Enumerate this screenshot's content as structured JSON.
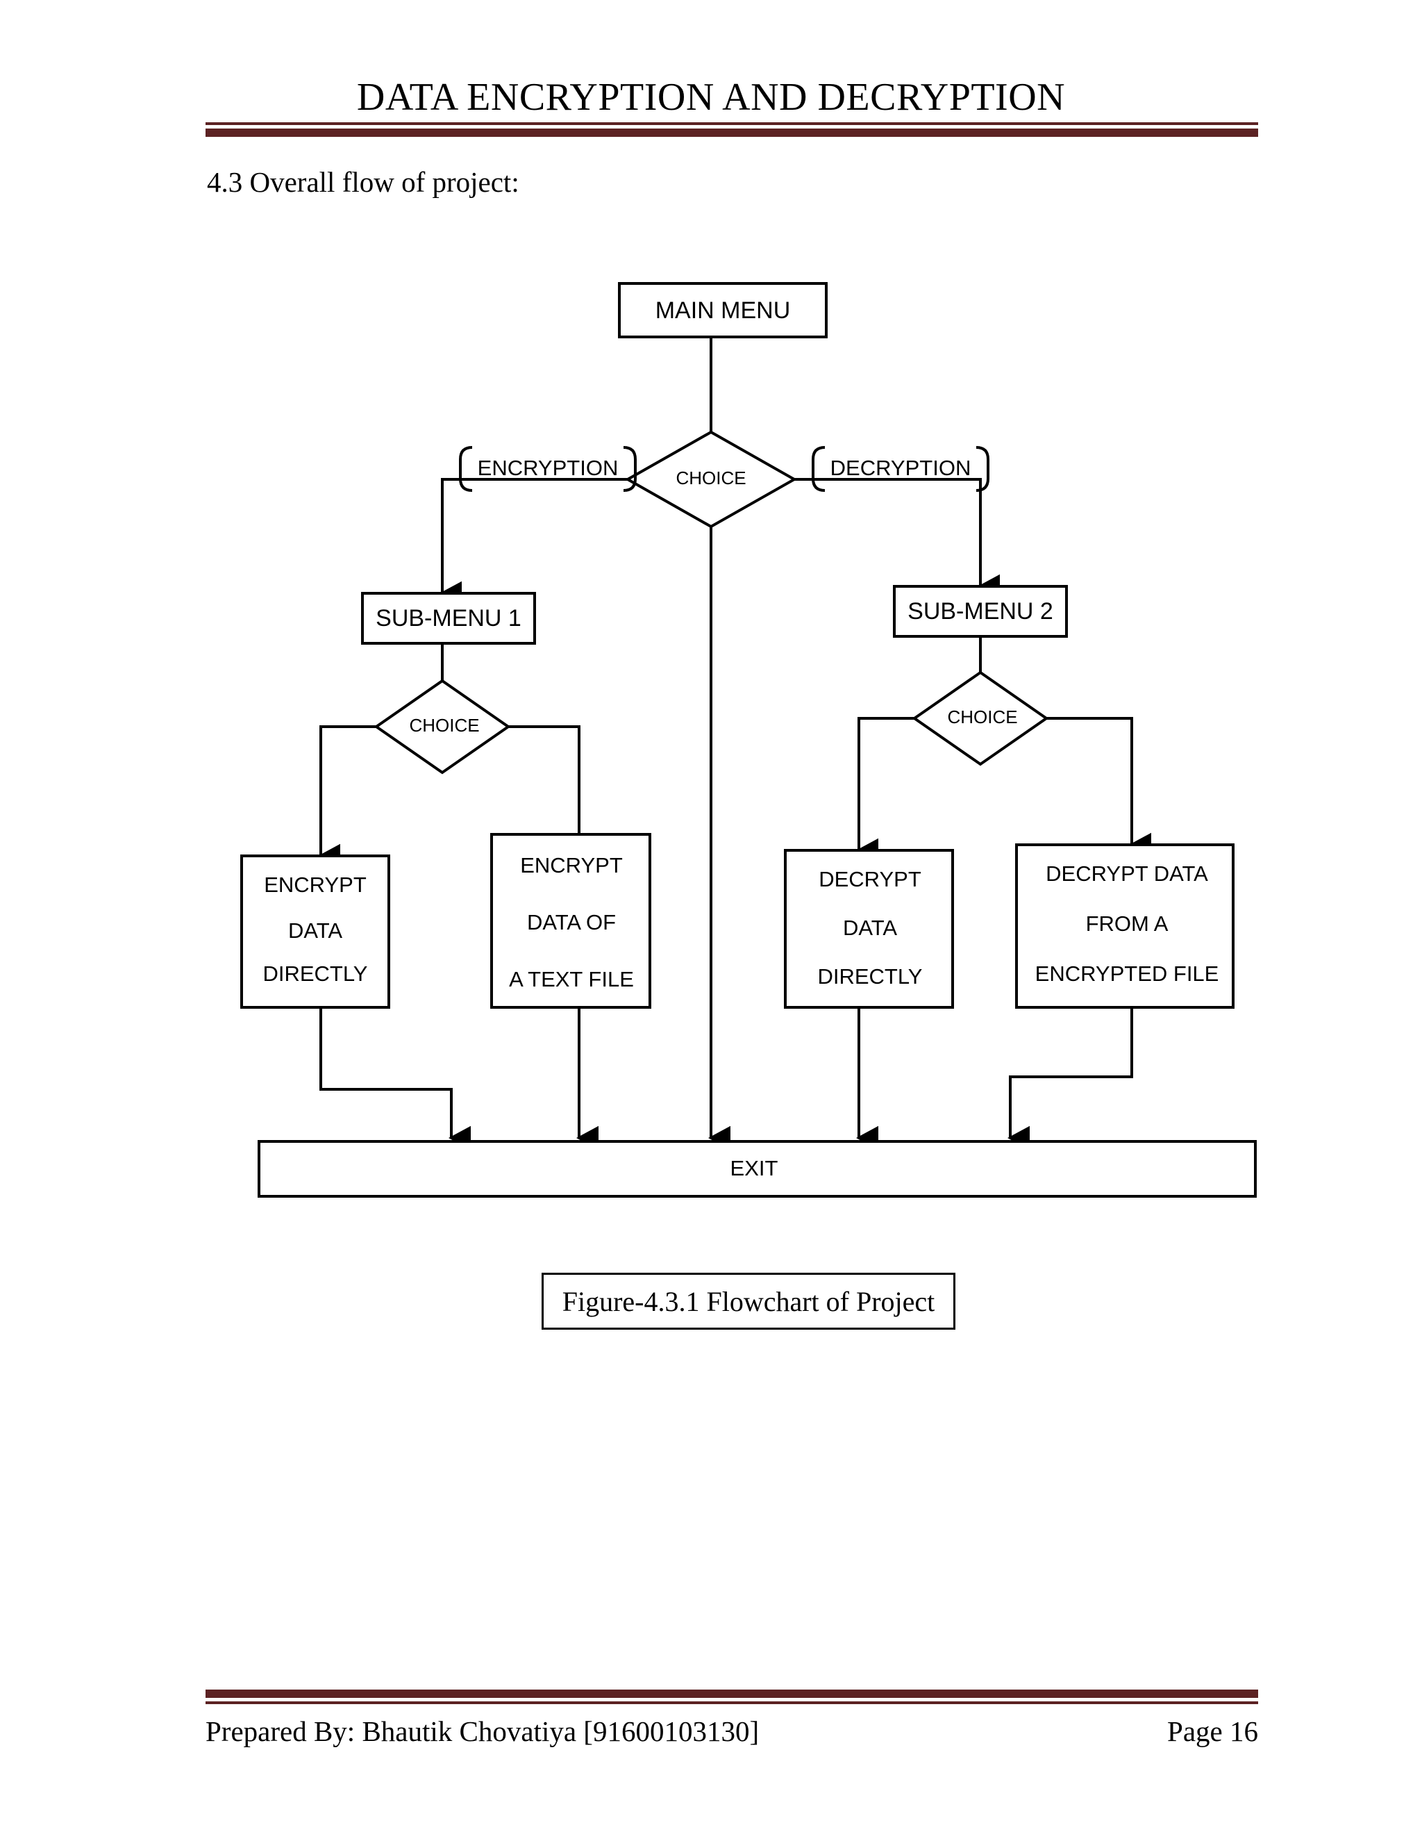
{
  "document": {
    "header_title": "DATA ENCRYPTION AND DECRYPTION",
    "section_heading": "4.3 Overall flow of project:",
    "figure_caption": "Figure-4.3.1 Flowchart of Project",
    "rule_color": "#5C2223"
  },
  "footer": {
    "prepared_by": "Prepared By: Bhautik Chovatiya [91600103130]",
    "page_label": "Page 16"
  },
  "chart_data": {
    "type": "diagram",
    "title": "Figure-4.3.1 Flowchart of Project",
    "diagram_kind": "flowchart",
    "nodes": [
      {
        "id": "main-menu",
        "shape": "process",
        "label": "MAIN MENU"
      },
      {
        "id": "choice-1",
        "shape": "decision",
        "label": "CHOICE"
      },
      {
        "id": "label-encryption",
        "shape": "bracket",
        "label": "ENCRYPTION"
      },
      {
        "id": "label-decryption",
        "shape": "bracket",
        "label": "DECRYPTION"
      },
      {
        "id": "sub-menu-1",
        "shape": "process",
        "label": "SUB-MENU 1"
      },
      {
        "id": "sub-menu-2",
        "shape": "process",
        "label": "SUB-MENU 2"
      },
      {
        "id": "choice-2",
        "shape": "decision",
        "label": "CHOICE"
      },
      {
        "id": "choice-3",
        "shape": "decision",
        "label": "CHOICE"
      },
      {
        "id": "encrypt-direct",
        "shape": "process",
        "lines": [
          "ENCRYPT",
          "DATA",
          "DIRECTLY"
        ]
      },
      {
        "id": "encrypt-file",
        "shape": "process",
        "lines": [
          "ENCRYPT",
          "DATA OF",
          "A TEXT FILE"
        ]
      },
      {
        "id": "decrypt-direct",
        "shape": "process",
        "lines": [
          "DECRYPT",
          "DATA",
          "DIRECTLY"
        ]
      },
      {
        "id": "decrypt-file",
        "shape": "process",
        "lines": [
          "DECRYPT  DATA",
          "FROM A",
          "ENCRYPTED FILE"
        ]
      },
      {
        "id": "exit",
        "shape": "process",
        "label": "EXIT"
      }
    ],
    "edges": [
      {
        "from": "main-menu",
        "to": "choice-1",
        "label": ""
      },
      {
        "from": "choice-1",
        "to": "sub-menu-1",
        "label": "ENCRYPTION"
      },
      {
        "from": "choice-1",
        "to": "sub-menu-2",
        "label": "DECRYPTION"
      },
      {
        "from": "choice-1",
        "to": "exit",
        "label": ""
      },
      {
        "from": "sub-menu-1",
        "to": "choice-2",
        "label": ""
      },
      {
        "from": "choice-2",
        "to": "encrypt-direct",
        "label": ""
      },
      {
        "from": "choice-2",
        "to": "encrypt-file",
        "label": ""
      },
      {
        "from": "sub-menu-2",
        "to": "choice-3",
        "label": ""
      },
      {
        "from": "choice-3",
        "to": "decrypt-direct",
        "label": ""
      },
      {
        "from": "choice-3",
        "to": "decrypt-file",
        "label": ""
      },
      {
        "from": "encrypt-direct",
        "to": "exit",
        "label": ""
      },
      {
        "from": "encrypt-file",
        "to": "exit",
        "label": ""
      },
      {
        "from": "decrypt-direct",
        "to": "exit",
        "label": ""
      },
      {
        "from": "decrypt-file",
        "to": "exit",
        "label": ""
      }
    ]
  },
  "flow": {
    "main_menu": "MAIN MENU",
    "choice_top": "CHOICE",
    "encryption": "ENCRYPTION",
    "decryption": "DECRYPTION",
    "sub_menu_1": "SUB-MENU 1",
    "sub_menu_2": "SUB-MENU 2",
    "choice_left": "CHOICE",
    "choice_right": "CHOICE",
    "encrypt_direct": {
      "l1": "ENCRYPT",
      "l2": "DATA",
      "l3": "DIRECTLY"
    },
    "encrypt_file": {
      "l1": "ENCRYPT",
      "l2": "DATA OF",
      "l3": "A TEXT FILE"
    },
    "decrypt_direct": {
      "l1": "DECRYPT",
      "l2": "DATA",
      "l3": "DIRECTLY"
    },
    "decrypt_file": {
      "l1": "DECRYPT  DATA",
      "l2": "FROM A",
      "l3": "ENCRYPTED FILE"
    },
    "exit": "EXIT"
  }
}
